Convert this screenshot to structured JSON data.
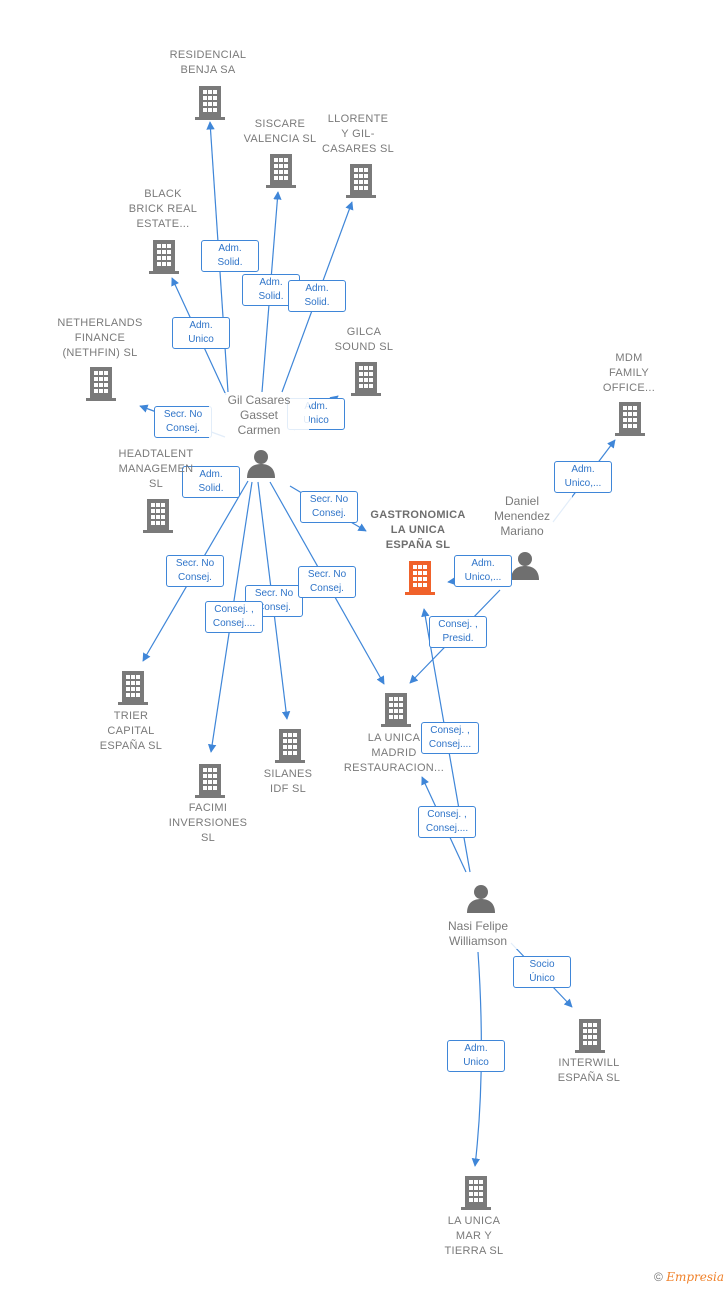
{
  "nodes": {
    "residencial": {
      "label": "RESIDENCIAL\nBENJA SA",
      "type": "company"
    },
    "siscare": {
      "label": "SISCARE\nVALENCIA  SL",
      "type": "company"
    },
    "llorente": {
      "label": "LLORENTE\nY GIL-\nCASARES  SL",
      "type": "company"
    },
    "blackbrick": {
      "label": "BLACK\nBRICK REAL\nESTATE...",
      "type": "company"
    },
    "netherlands": {
      "label": "NETHERLANDS\nFINANCE\n(NETHFIN)  SL",
      "type": "company"
    },
    "gilca": {
      "label": "GILCA\nSOUND  SL",
      "type": "company"
    },
    "mdm": {
      "label": "MDM\nFAMILY\nOFFICE...",
      "type": "company"
    },
    "gil": {
      "label": "Gil Casares\nGasset\nCarmen",
      "type": "person"
    },
    "headtalent": {
      "label": "HEADTALENT\nMANAGEMEN\nSL",
      "type": "company"
    },
    "gastronomica": {
      "label": "GASTRONOMICA\nLA UNICA\nESPAÑA  SL",
      "type": "focus"
    },
    "daniel": {
      "label": "Daniel\nMenendez\nMariano",
      "type": "person"
    },
    "trier": {
      "label": "TRIER\nCAPITAL\nESPAÑA  SL",
      "type": "company"
    },
    "facimi": {
      "label": "FACIMI\nINVERSIONES\nSL",
      "type": "company"
    },
    "silanes": {
      "label": "SILANES\nIDF SL",
      "type": "company"
    },
    "launicamadrid": {
      "label": "LA UNICA\nMADRID\nRESTAURACION...",
      "type": "company"
    },
    "nasi": {
      "label": "Nasi Felipe\nWilliamson",
      "type": "person"
    },
    "interwill": {
      "label": "INTERWILL\nESPAÑA  SL",
      "type": "company"
    },
    "launicamar": {
      "label": "LA UNICA\nMAR Y\nTIERRA  SL",
      "type": "company"
    }
  },
  "edges": [
    {
      "from": "gil",
      "to": "residencial",
      "label": "Adm.\nSolid."
    },
    {
      "from": "gil",
      "to": "siscare",
      "label": "Adm.\nSolid."
    },
    {
      "from": "gil",
      "to": "llorente",
      "label": "Adm.\nSolid."
    },
    {
      "from": "gil",
      "to": "blackbrick",
      "label": "Adm.\nUnico"
    },
    {
      "from": "gil",
      "to": "netherlands",
      "label": "Secr.  No\nConsej."
    },
    {
      "from": "gil",
      "to": "gilca",
      "label": "Adm.\nUnico"
    },
    {
      "from": "gil",
      "to": "headtalent",
      "label": "Adm.\nSolid."
    },
    {
      "from": "gil",
      "to": "gastronomica",
      "label": "Secr.  No\nConsej."
    },
    {
      "from": "gil",
      "to": "trier",
      "label": "Secr.  No\nConsej."
    },
    {
      "from": "gil",
      "to": "silanes",
      "label": "Secr.  No\nConsej."
    },
    {
      "from": "gil",
      "to": "facimi",
      "label": "Consej. ,\nConsej...."
    },
    {
      "from": "gil",
      "to": "launicamadrid",
      "label": "Secr.  No\nConsej."
    },
    {
      "from": "daniel",
      "to": "mdm",
      "label": "Adm.\nUnico,..."
    },
    {
      "from": "daniel",
      "to": "gastronomica",
      "label": "Adm.\nUnico,..."
    },
    {
      "from": "daniel",
      "to": "launicamadrid",
      "label": "Consej. ,\nPresid."
    },
    {
      "from": "nasi",
      "to": "gastronomica",
      "label": "Consej. ,\nConsej...."
    },
    {
      "from": "nasi",
      "to": "launicamadrid",
      "label": "Consej. ,\nConsej...."
    },
    {
      "from": "nasi",
      "to": "interwill",
      "label": "Socio\nÚnico"
    },
    {
      "from": "nasi",
      "to": "launicamar",
      "label": "Adm.\nUnico"
    }
  ],
  "colors": {
    "edge": "#3f86d8",
    "building": "#7a7a7a",
    "focus": "#f0622b",
    "person": "#6f6f6f"
  },
  "footer": {
    "copyright": "©",
    "brand": "Empresia"
  }
}
